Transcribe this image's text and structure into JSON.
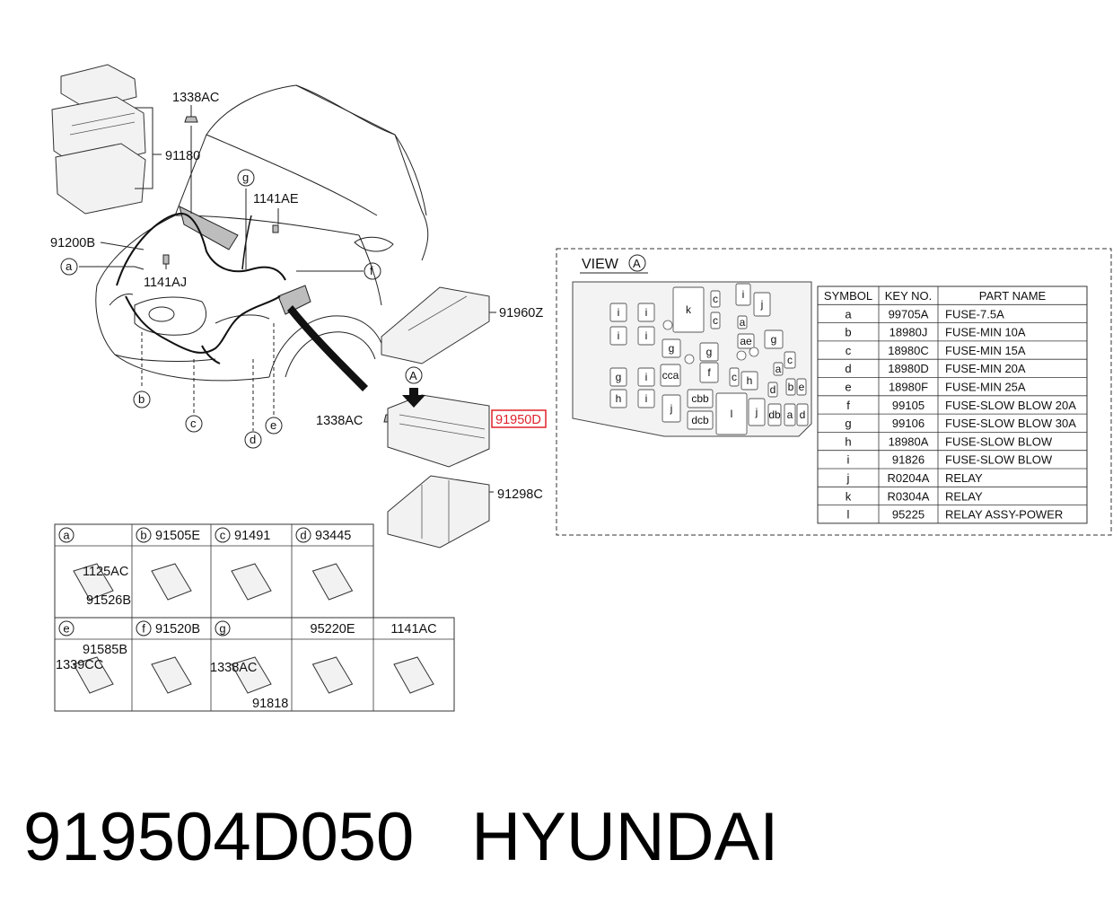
{
  "callouts": {
    "c1338ac_top": "1338AC",
    "c91180": "91180",
    "c1141ae": "1141AE",
    "c91200b": "91200B",
    "c1141aj": "1141AJ",
    "c91960z": "91960Z",
    "c1338ac_box": "1338AC",
    "c91950d": "91950D",
    "c91298c": "91298C",
    "view_arrow_letter": "A"
  },
  "circle_letters": {
    "a": "a",
    "b": "b",
    "c": "c",
    "d": "d",
    "e": "e",
    "f": "f",
    "g": "g"
  },
  "view": {
    "label": "VIEW",
    "letter": "A",
    "fuse_slots": [
      {
        "t": "i"
      },
      {
        "t": "i"
      },
      {
        "t": "k"
      },
      {
        "t": "c"
      },
      {
        "t": "j"
      },
      {
        "t": "i"
      },
      {
        "t": "c"
      },
      {
        "t": "i"
      },
      {
        "t": "i"
      },
      {
        "t": "a"
      },
      {
        "t": "ae"
      },
      {
        "t": "g"
      },
      {
        "t": "g"
      },
      {
        "t": "g"
      },
      {
        "t": "c"
      },
      {
        "t": "g"
      },
      {
        "t": "i"
      },
      {
        "t": "cca"
      },
      {
        "t": "f"
      },
      {
        "t": "c"
      },
      {
        "t": "h"
      },
      {
        "t": "a"
      },
      {
        "t": "d"
      },
      {
        "t": "b"
      },
      {
        "t": "e"
      },
      {
        "t": "h"
      },
      {
        "t": "i"
      },
      {
        "t": "cbb"
      },
      {
        "t": "j"
      },
      {
        "t": "dcb"
      },
      {
        "t": "l"
      },
      {
        "t": "j"
      },
      {
        "t": "db"
      },
      {
        "t": "a"
      },
      {
        "t": "d"
      }
    ]
  },
  "parts_table": {
    "headers": [
      "SYMBOL",
      "KEY NO.",
      "PART NAME"
    ],
    "rows": [
      [
        "a",
        "99705A",
        "FUSE-7.5A"
      ],
      [
        "b",
        "18980J",
        "FUSE-MIN 10A"
      ],
      [
        "c",
        "18980C",
        "FUSE-MIN 15A"
      ],
      [
        "d",
        "18980D",
        "FUSE-MIN 20A"
      ],
      [
        "e",
        "18980F",
        "FUSE-MIN 25A"
      ],
      [
        "f",
        "99105",
        "FUSE-SLOW BLOW 20A"
      ],
      [
        "g",
        "99106",
        "FUSE-SLOW BLOW 30A"
      ],
      [
        "h",
        "18980A",
        "FUSE-SLOW BLOW"
      ],
      [
        "i",
        "91826",
        "FUSE-SLOW BLOW"
      ],
      [
        "j",
        "R0204A",
        "RELAY"
      ],
      [
        "k",
        "R0304A",
        "RELAY"
      ],
      [
        "l",
        "95225",
        "RELAY ASSY-POWER"
      ]
    ]
  },
  "detail_grid": {
    "row1": [
      {
        "letter": "a",
        "part": ""
      },
      {
        "letter": "b",
        "part": "91505E"
      },
      {
        "letter": "c",
        "part": "91491"
      },
      {
        "letter": "d",
        "part": "93445"
      }
    ],
    "row2": [
      {
        "letter": "e",
        "part": ""
      },
      {
        "letter": "f",
        "part": "91520B"
      },
      {
        "letter": "g",
        "part": ""
      },
      {
        "letter": "",
        "part": "95220E"
      },
      {
        "letter": "",
        "part": "1141AC"
      }
    ],
    "sub_a1": "1125AC",
    "sub_a2": "91526B",
    "sub_e1": "91585B",
    "sub_e2": "1339CC",
    "sub_g1": "1338AC",
    "sub_g2": "91818"
  },
  "footer": {
    "part_number": "919504D050",
    "brand": "HYUNDAI"
  },
  "colors": {
    "highlight": "#e0202a",
    "line": "#222222"
  }
}
